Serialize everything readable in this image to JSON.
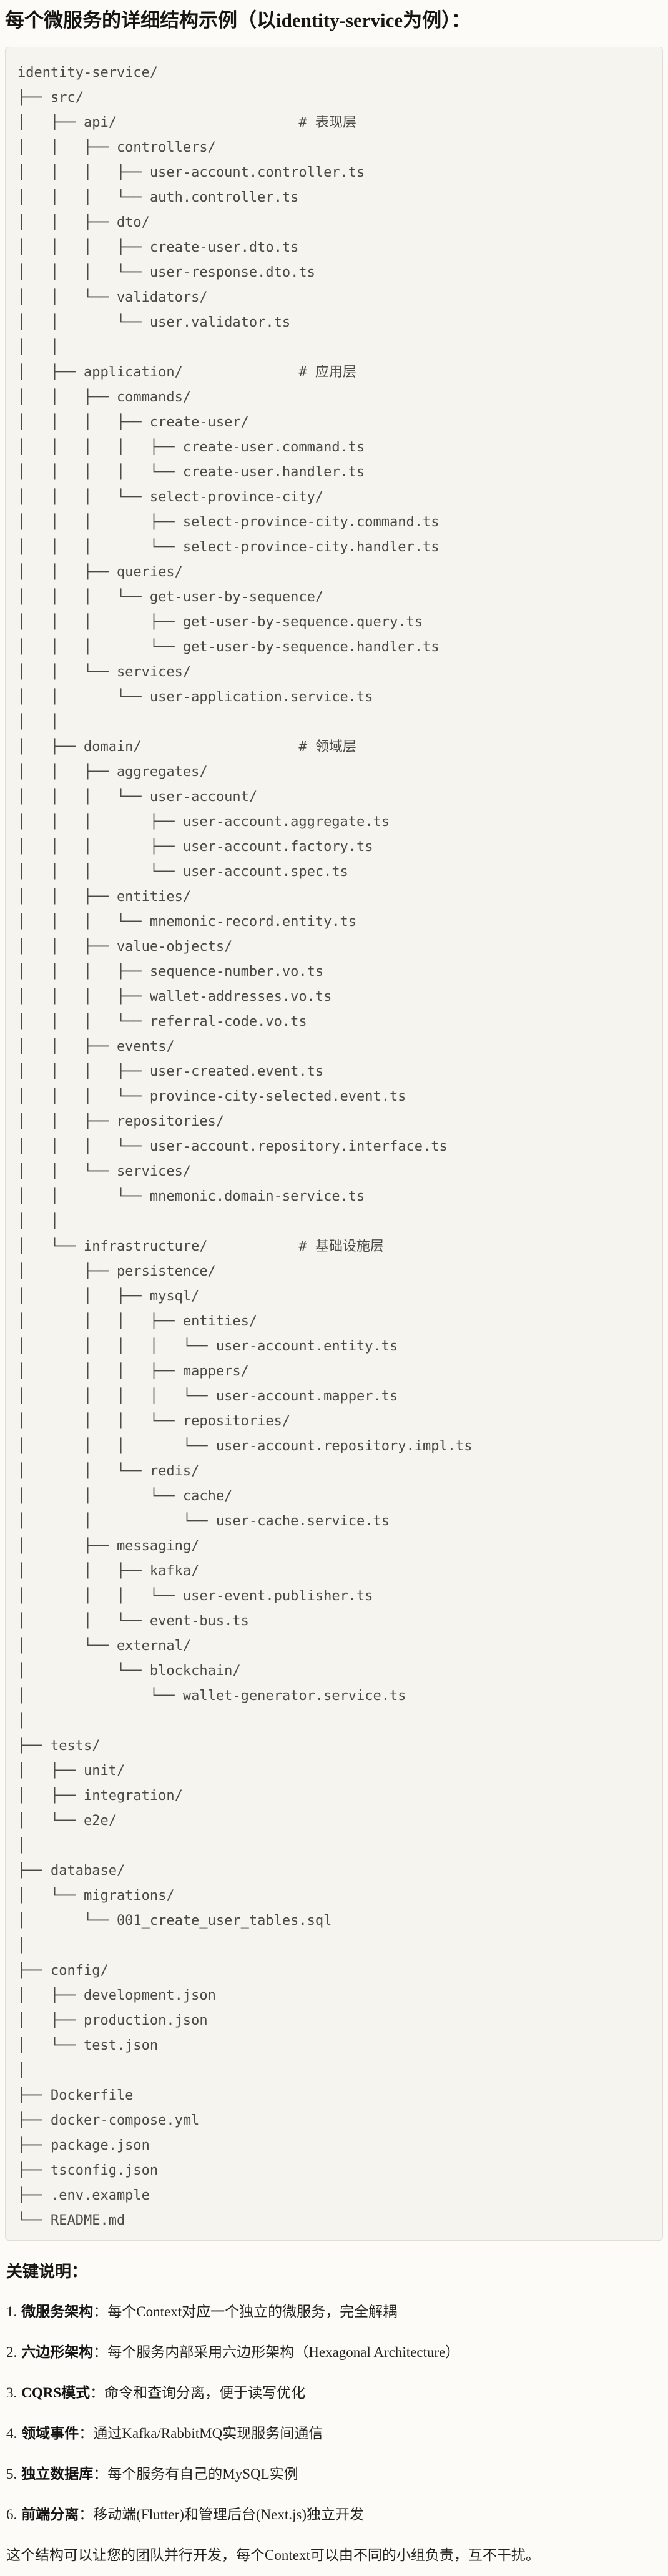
{
  "title": "每个微服务的详细结构示例（以identity-service为例）：",
  "tree": {
    "text": "identity-service/\n├── src/\n│   ├── api/                      # 表现层\n│   │   ├── controllers/\n│   │   │   ├── user-account.controller.ts\n│   │   │   └── auth.controller.ts\n│   │   ├── dto/\n│   │   │   ├── create-user.dto.ts\n│   │   │   └── user-response.dto.ts\n│   │   └── validators/\n│   │       └── user.validator.ts\n│   │\n│   ├── application/              # 应用层\n│   │   ├── commands/\n│   │   │   ├── create-user/\n│   │   │   │   ├── create-user.command.ts\n│   │   │   │   └── create-user.handler.ts\n│   │   │   └── select-province-city/\n│   │   │       ├── select-province-city.command.ts\n│   │   │       └── select-province-city.handler.ts\n│   │   ├── queries/\n│   │   │   └── get-user-by-sequence/\n│   │   │       ├── get-user-by-sequence.query.ts\n│   │   │       └── get-user-by-sequence.handler.ts\n│   │   └── services/\n│   │       └── user-application.service.ts\n│   │\n│   ├── domain/                   # 领域层\n│   │   ├── aggregates/\n│   │   │   └── user-account/\n│   │   │       ├── user-account.aggregate.ts\n│   │   │       ├── user-account.factory.ts\n│   │   │       └── user-account.spec.ts\n│   │   ├── entities/\n│   │   │   └── mnemonic-record.entity.ts\n│   │   ├── value-objects/\n│   │   │   ├── sequence-number.vo.ts\n│   │   │   ├── wallet-addresses.vo.ts\n│   │   │   └── referral-code.vo.ts\n│   │   ├── events/\n│   │   │   ├── user-created.event.ts\n│   │   │   └── province-city-selected.event.ts\n│   │   ├── repositories/\n│   │   │   └── user-account.repository.interface.ts\n│   │   └── services/\n│   │       └── mnemonic.domain-service.ts\n│   │\n│   └── infrastructure/           # 基础设施层\n│       ├── persistence/\n│       │   ├── mysql/\n│       │   │   ├── entities/\n│       │   │   │   └── user-account.entity.ts\n│       │   │   ├── mappers/\n│       │   │   │   └── user-account.mapper.ts\n│       │   │   └── repositories/\n│       │   │       └── user-account.repository.impl.ts\n│       │   └── redis/\n│       │       └── cache/\n│       │           └── user-cache.service.ts\n│       ├── messaging/\n│       │   ├── kafka/\n│       │   │   └── user-event.publisher.ts\n│       │   └── event-bus.ts\n│       └── external/\n│           └── blockchain/\n│               └── wallet-generator.service.ts\n│\n├── tests/\n│   ├── unit/\n│   ├── integration/\n│   └── e2e/\n│\n├── database/\n│   └── migrations/\n│       └── 001_create_user_tables.sql\n│\n├── config/\n│   ├── development.json\n│   ├── production.json\n│   └── test.json\n│\n├── Dockerfile\n├── docker-compose.yml\n├── package.json\n├── tsconfig.json\n├── .env.example\n└── README.md"
  },
  "notes": {
    "heading": "关键说明：",
    "items": [
      {
        "num": "1.",
        "term": "微服务架构",
        "desc": "：每个Context对应一个独立的微服务，完全解耦"
      },
      {
        "num": "2.",
        "term": "六边形架构",
        "desc": "：每个服务内部采用六边形架构（Hexagonal Architecture）"
      },
      {
        "num": "3.",
        "term": "CQRS模式",
        "desc": "：命令和查询分离，便于读写优化"
      },
      {
        "num": "4.",
        "term": "领域事件",
        "desc": "：通过Kafka/RabbitMQ实现服务间通信"
      },
      {
        "num": "5.",
        "term": "独立数据库",
        "desc": "：每个服务有自己的MySQL实例"
      },
      {
        "num": "6.",
        "term": "前端分离",
        "desc": "：移动端(Flutter)和管理后台(Next.js)独立开发"
      }
    ],
    "footer": "这个结构可以让您的团队并行开发，每个Context可以由不同的小组负责，互不干扰。"
  }
}
